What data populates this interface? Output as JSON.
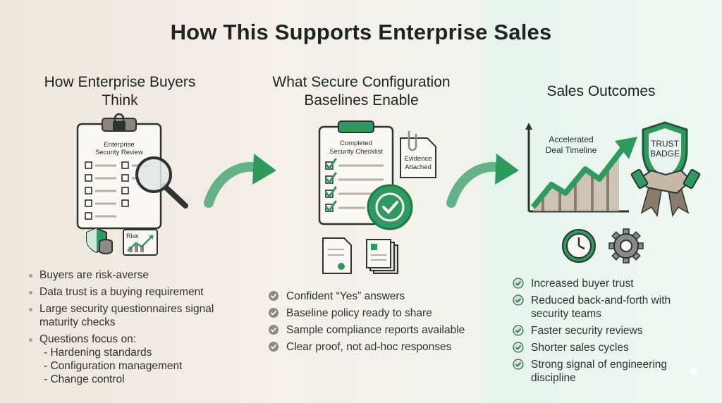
{
  "title": "How This Supports Enterprise Sales",
  "columns": [
    {
      "heading": "How Enterprise Buyers Think",
      "illustration": {
        "clipboard_title": "Enterprise Security Review",
        "chart_card_label": "Risk",
        "icons": [
          "clipboard-icon",
          "lock-icon",
          "magnifier-icon",
          "shield-icon",
          "database-icon",
          "risk-chart-icon"
        ]
      },
      "bullets": [
        "Buyers are risk-averse",
        "Data trust is a buying requirement",
        "Large security questionnaires signal maturity checks"
      ],
      "focus": {
        "label": "Questions focus on:",
        "items": [
          "- Hardening standards",
          "- Configuration management",
          "- Change control"
        ]
      }
    },
    {
      "heading": "What Secure Configuration Baselines Enable",
      "illustration": {
        "clipboard_title": "Completed Security Checklist",
        "evidence_label": "Evidence Attached",
        "icons": [
          "checklist-icon",
          "checkmark-badge-icon",
          "paperclip-icon",
          "document-icon",
          "document-stack-icon"
        ]
      },
      "bullets": [
        "Confident “Yes” answers",
        "Baseline policy ready to share",
        "Sample compliance reports available",
        "Clear proof, not ad-hoc responses"
      ]
    },
    {
      "heading": "Sales Outcomes",
      "illustration": {
        "chart_label": "Accelerated Deal Timeline",
        "badge_label": "TRUST BADGE",
        "icons": [
          "growth-chart-icon",
          "trust-badge-icon",
          "handshake-icon",
          "clock-icon",
          "gear-icon"
        ]
      },
      "bullets": [
        "Increased buyer trust",
        "Reduced back-and-forth with security teams",
        "Faster security reviews",
        "Shorter sales cycles",
        "Strong signal of engineering discipline"
      ]
    }
  ],
  "colors": {
    "accent_green": "#2e9a5e",
    "dark_green": "#1f7a48",
    "text_dark": "#1c2424",
    "bg_left": "#efe6dc",
    "bg_right": "#e6f4ec"
  }
}
